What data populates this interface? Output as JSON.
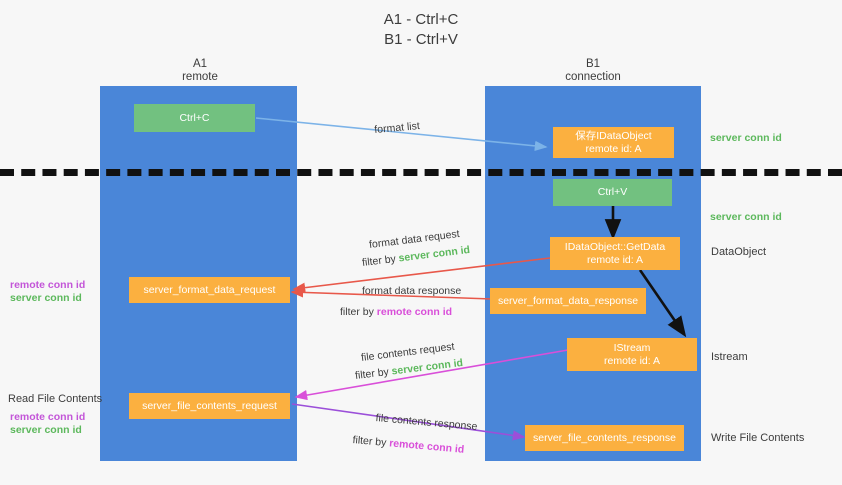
{
  "title": {
    "line1": "A1 - Ctrl+C",
    "line2": "B1 - Ctrl+V"
  },
  "lanes": [
    {
      "name": "A1",
      "sub": "remote",
      "color": "#4a86d8"
    },
    {
      "name": "B1",
      "sub": "connection",
      "color": "#4a86d8"
    }
  ],
  "nodes": {
    "ctrl_c": {
      "label": "Ctrl+C",
      "sub": "",
      "color": "#72c180"
    },
    "ctrl_v": {
      "label": "Ctrl+V",
      "sub": "",
      "color": "#72c180"
    },
    "save_idataobject": {
      "label": "保存IDataObject",
      "sub": "remote id: A",
      "color": "#fbb040"
    },
    "getdata": {
      "label": "IDataObject::GetData",
      "sub": "remote id: A",
      "color": "#fbb040"
    },
    "istream": {
      "label": "IStream",
      "sub": "remote id: A",
      "color": "#fbb040"
    },
    "fmt_req": {
      "label": "server_format_data_request",
      "sub": "",
      "color": "#fbb040"
    },
    "fmt_resp": {
      "label": "server_format_data_response",
      "sub": "",
      "color": "#fbb040"
    },
    "file_req": {
      "label": "server_file_contents_request",
      "sub": "",
      "color": "#fbb040"
    },
    "file_resp": {
      "label": "server_file_contents_response",
      "sub": "",
      "color": "#fbb040"
    }
  },
  "right_tags": {
    "server_conn_id_1": "server conn id",
    "server_conn_id_2": "server conn id",
    "dataobject": "DataObject",
    "istream": "Istream",
    "write_file_contents": "Write File Contents"
  },
  "left_tags": {
    "remote_conn_id_1": "remote conn id",
    "server_conn_id_1": "server conn id",
    "read_file_contents": "Read File Contents",
    "remote_conn_id_2": "remote conn id",
    "server_conn_id_2": "server conn id"
  },
  "flows": {
    "format_list": "format list",
    "fmt_data_request": "format data request",
    "fmt_data_request_filter_prefix": "filter by ",
    "fmt_data_request_filter_key": "server conn id",
    "fmt_data_response": "format data response",
    "fmt_data_response_filter_prefix": "filter by ",
    "fmt_data_response_filter_key": "remote conn id",
    "file_contents_request": "file contents request",
    "file_contents_request_filter_prefix": "filter by ",
    "file_contents_request_filter_key": "server conn id",
    "file_contents_response": "file contents response",
    "file_contents_response_filter_prefix": "filter by ",
    "file_contents_response_filter_key": "remote conn id"
  },
  "colors": {
    "lane": "#4a86d8",
    "green_node": "#72c180",
    "orange_node": "#fbb040",
    "server_conn": "#5cb85c",
    "remote_conn": "#c355d8",
    "arrow_blue": "#7cb3e8",
    "arrow_red": "#e8584a",
    "arrow_magenta": "#d94fd9",
    "arrow_purple": "#9b4fd9",
    "arrow_black": "#111111",
    "background": "#f7f7f7"
  }
}
